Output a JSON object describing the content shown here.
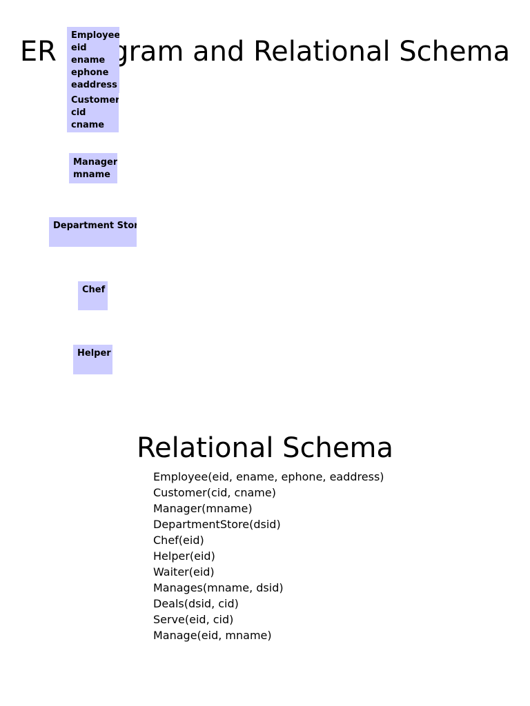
{
  "main_title": "ER Diagram and Relational Schema",
  "entities": [
    {
      "id": "employee",
      "lines": [
        "Employee",
        "eid",
        "ename",
        "ephone",
        "eaddress"
      ]
    },
    {
      "id": "customer",
      "lines": [
        "Customer",
        "cid",
        "cname"
      ]
    },
    {
      "id": "manager",
      "lines": [
        "Manager",
        "mname"
      ]
    },
    {
      "id": "department-store",
      "lines": [
        "Department Store"
      ]
    },
    {
      "id": "chef",
      "lines": [
        "Chef"
      ]
    },
    {
      "id": "helper",
      "lines": [
        "Helper"
      ]
    }
  ],
  "colors": {
    "entity_fill": "#ccccff"
  },
  "schema": {
    "title": "Relational Schema",
    "relations": [
      "Employee(eid, ename, ephone, eaddress)",
      "Customer(cid, cname)",
      "Manager(mname)",
      "DepartmentStore(dsid)",
      "Chef(eid)",
      "Helper(eid)",
      "Waiter(eid)",
      "Manages(mname, dsid)",
      "Deals(dsid, cid)",
      "Serve(eid, cid)",
      "Manage(eid, mname)"
    ]
  }
}
